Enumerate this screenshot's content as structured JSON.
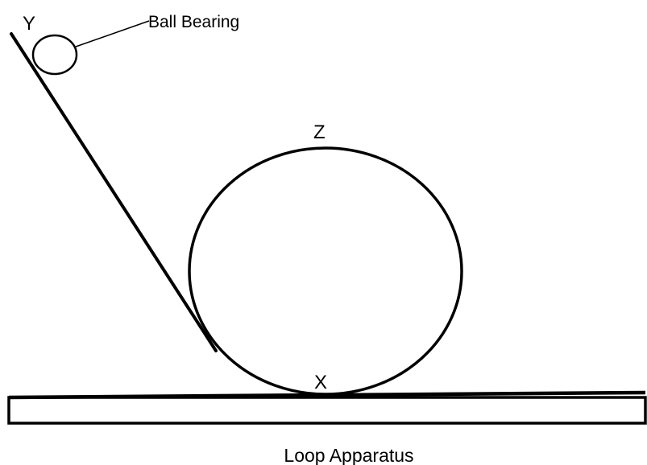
{
  "labels": {
    "point_y": "Y",
    "point_z": "Z",
    "point_x": "X",
    "ball": "Ball Bearing",
    "caption": "Loop Apparatus"
  },
  "colors": {
    "line": "#000000",
    "background": "#ffffff"
  }
}
